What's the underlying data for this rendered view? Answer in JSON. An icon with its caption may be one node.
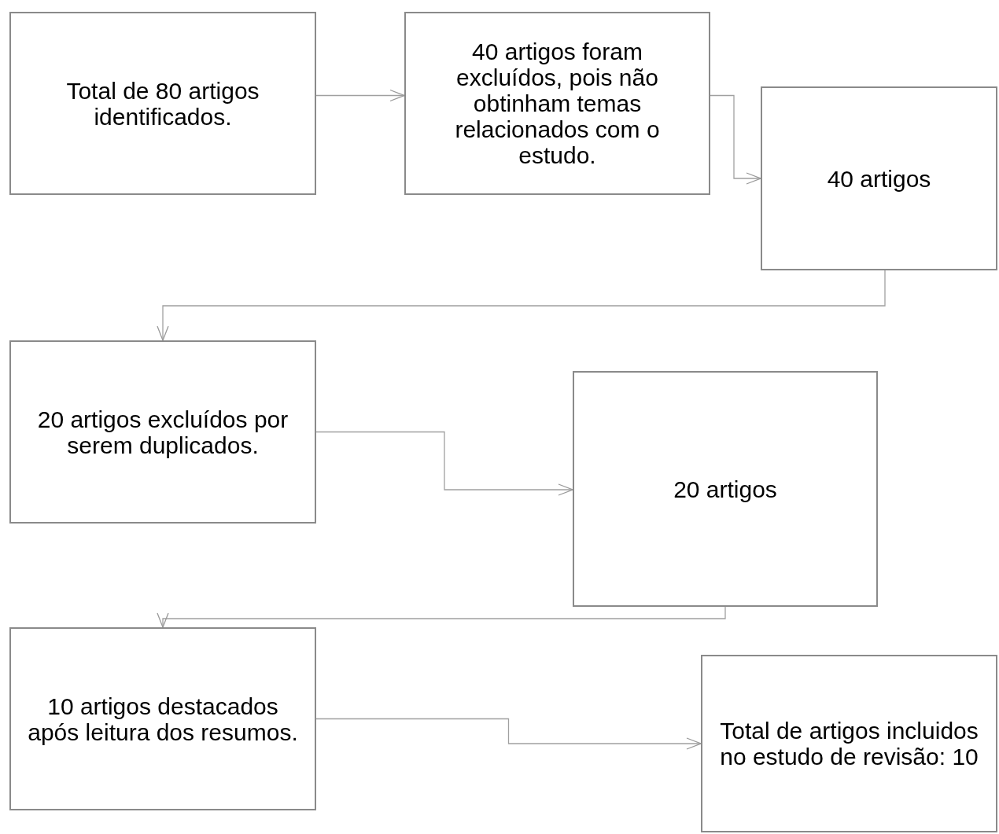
{
  "diagram": {
    "nodes": [
      {
        "text": [
          "Total de 80 artigos identificados."
        ]
      },
      {
        "text": [
          "40 artigos foram excluídos, pois não obtinham temas relacionados com o estudo."
        ]
      },
      {
        "text": [
          "40 artigos"
        ]
      },
      {
        "text": [
          "20 artigos excluídos por serem duplicados."
        ]
      },
      {
        "text": [
          "20 artigos"
        ]
      },
      {
        "text": [
          "10 artigos destacados após leitura dos resumos."
        ]
      },
      {
        "text": [
          "Total de artigos incluidos no estudo de revisão: 10"
        ]
      }
    ],
    "edges": [
      {
        "from": 0,
        "to": 1,
        "arrow": "to"
      },
      {
        "from": 1,
        "to": 2,
        "arrow": "to"
      },
      {
        "from": 2,
        "to": 3,
        "arrow": "to"
      },
      {
        "from": 3,
        "to": 4,
        "arrow": "to"
      },
      {
        "from": 4,
        "to": 5,
        "arrow": "to"
      },
      {
        "from": 5,
        "to": 6,
        "arrow": "to"
      }
    ]
  }
}
